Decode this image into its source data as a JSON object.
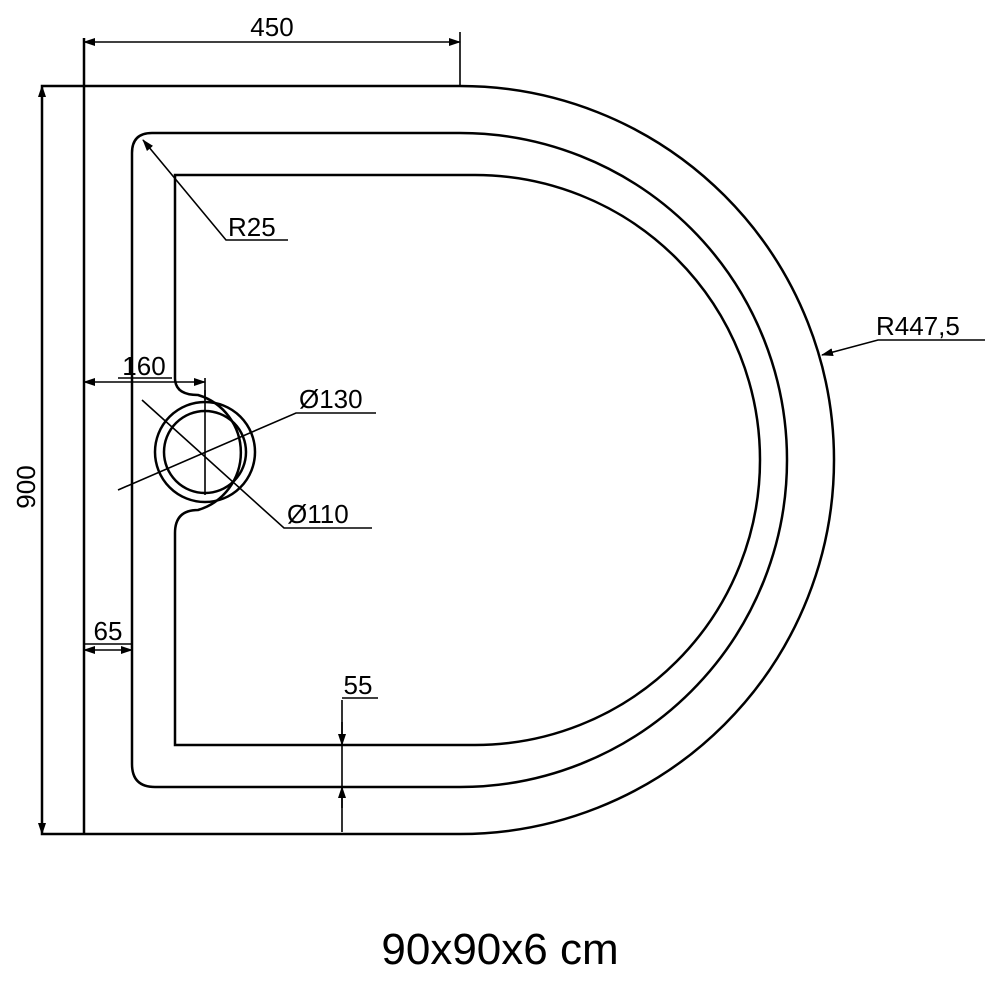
{
  "colors": {
    "line": "#000000",
    "background": "#ffffff"
  },
  "dimensions": {
    "top_width": "450",
    "total_height": "900",
    "corner_radius": "R25",
    "outer_radius": "R447,5",
    "drain_offset": "160",
    "drain_outer_diameter": "Ø130",
    "drain_inner_diameter": "Ø110",
    "side_rim": "65",
    "bottom_rim": "55"
  },
  "caption": "90x90x6 cm"
}
